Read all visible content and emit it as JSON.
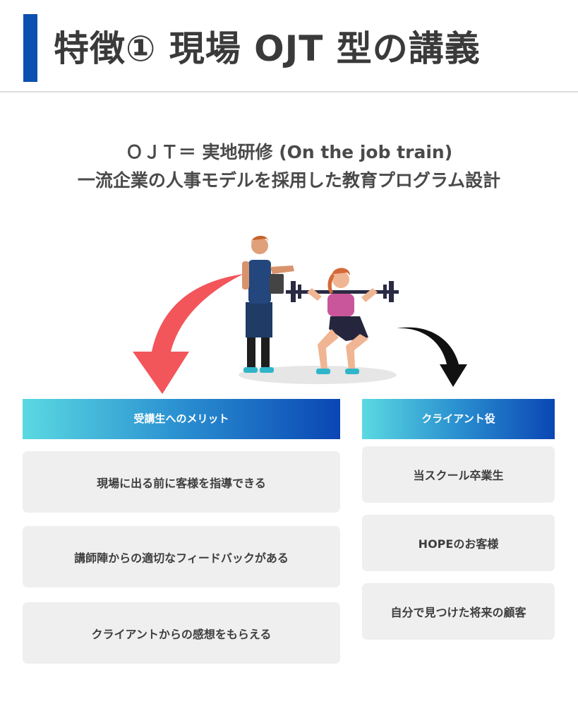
{
  "header": {
    "title": "特徴① 現場 OJT 型の講義"
  },
  "subtitle": {
    "line1": "ＯＪＴ＝ 実地研修 (On the job train)",
    "line2": "一流企業の人事モデルを採用した教育プログラム設計"
  },
  "left_column": {
    "header": "受講生へのメリット",
    "items": [
      "現場に出る前に客様を指導できる",
      "講師陣からの適切なフィードバックがある",
      "クライアントからの感想をもらえる"
    ]
  },
  "right_column": {
    "header": "クライアント役",
    "items": [
      "当スクール卒業生",
      "HOPEのお客様",
      "自分で見つけた将来の顧客"
    ]
  },
  "colors": {
    "accent_blue": "#0b4fb0",
    "gradient_start": "#5ad9e2",
    "gradient_end": "#0a46b4",
    "arrow_red": "#f2555a",
    "arrow_black": "#111111",
    "card_bg": "#efefef"
  },
  "illustration": {
    "icons": [
      "trainer-figure",
      "squatting-athlete",
      "barbell",
      "red-curved-arrow",
      "black-curved-arrow"
    ]
  }
}
